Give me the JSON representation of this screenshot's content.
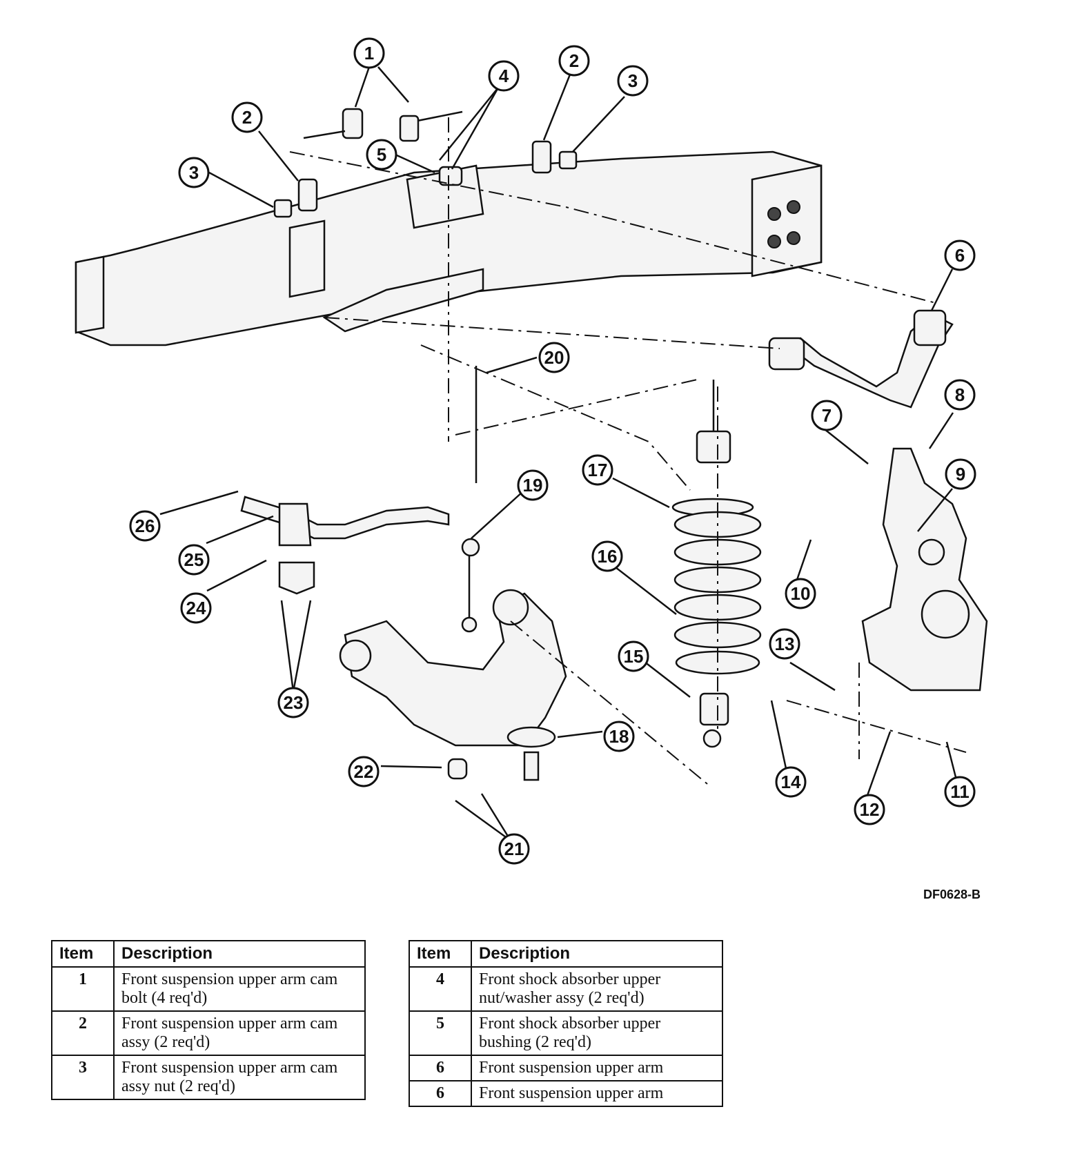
{
  "drawing_code": "DF0628-B",
  "callouts": [
    "1",
    "2",
    "3",
    "4",
    "5",
    "2",
    "3",
    "6",
    "7",
    "8",
    "9",
    "10",
    "11",
    "12",
    "13",
    "14",
    "15",
    "16",
    "17",
    "18",
    "19",
    "20",
    "21",
    "22",
    "23",
    "24",
    "25",
    "26"
  ],
  "legend_left": {
    "header_item": "Item",
    "header_desc": "Description",
    "rows": [
      {
        "item": "1",
        "desc": "Front suspension upper arm cam bolt (4 req'd)"
      },
      {
        "item": "2",
        "desc": "Front suspension upper arm cam assy (2 req'd)"
      },
      {
        "item": "3",
        "desc": "Front suspension upper arm cam assy nut (2 req'd)"
      }
    ]
  },
  "legend_right": {
    "header_item": "Item",
    "header_desc": "Description",
    "rows": [
      {
        "item": "4",
        "desc": "Front shock absorber upper nut/washer assy (2 req'd)"
      },
      {
        "item": "5",
        "desc": "Front shock absorber upper bushing (2 req'd)"
      },
      {
        "item": "6",
        "desc": "Front suspension upper arm"
      },
      {
        "item": "6",
        "desc": "Front suspension upper arm"
      }
    ]
  }
}
